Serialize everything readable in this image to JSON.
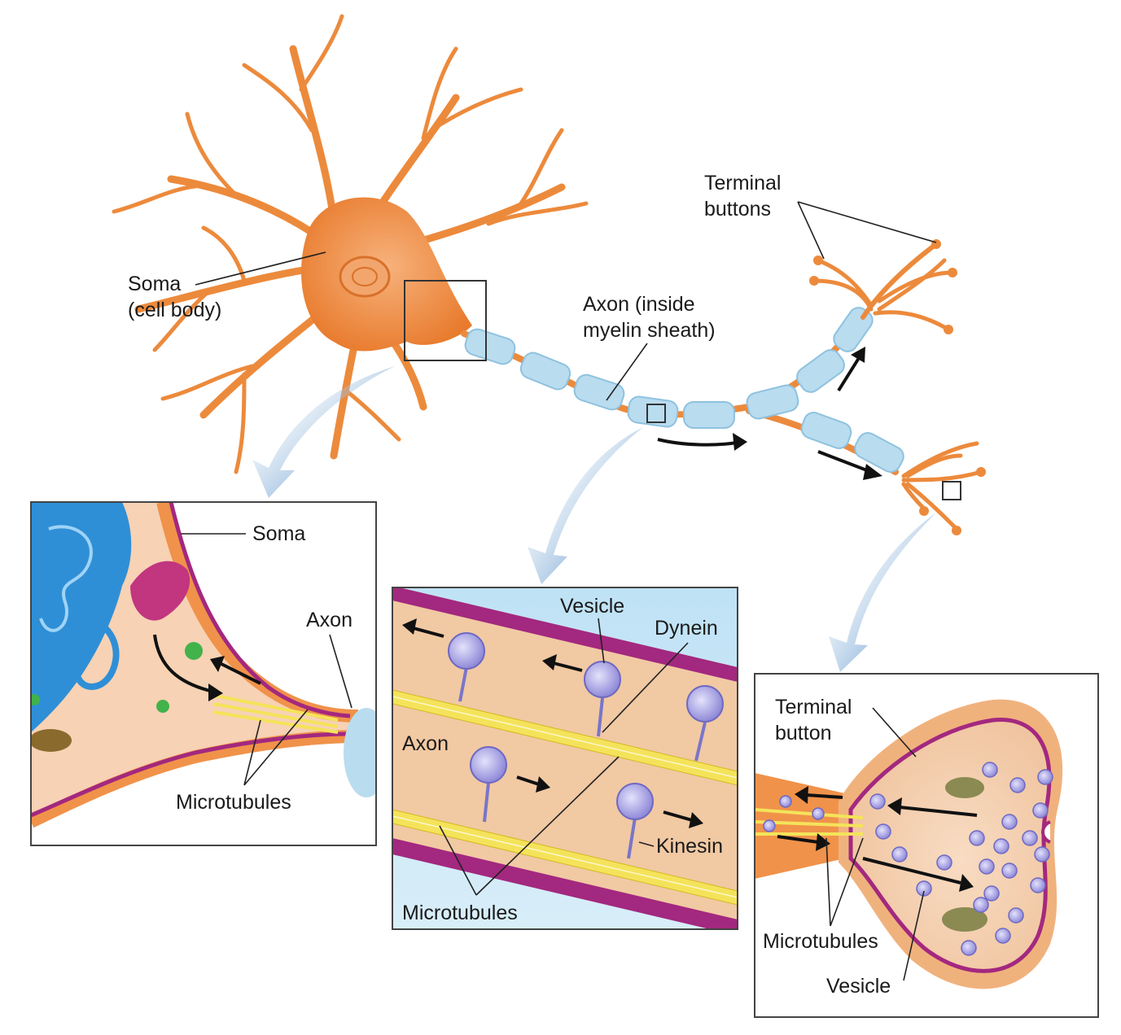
{
  "labels": {
    "terminal_buttons_1": "Terminal",
    "terminal_buttons_2": "buttons",
    "soma_1": "Soma",
    "soma_2": "(cell body)",
    "axon_1": "Axon (inside",
    "axon_2": "myelin sheath)",
    "inset1_soma": "Soma",
    "inset1_axon": "Axon",
    "inset1_microtubules": "Microtubules",
    "inset2_vesicle": "Vesicle",
    "inset2_dynein": "Dynein",
    "inset2_axon": "Axon",
    "inset2_kinesin": "Kinesin",
    "inset2_microtubules": "Microtubules",
    "inset3_terminal_1": "Terminal",
    "inset3_terminal_2": "button",
    "inset3_microtubules": "Microtubules",
    "inset3_vesicle": "Vesicle"
  },
  "colors": {
    "neuron_orange": "#f0924a",
    "myelin_blue": "#b9dcef",
    "membrane_magenta": "#a3287f",
    "cytoplasm": "#f7d2b4",
    "microtubule_yellow": "#f4e35a",
    "vesicle_purple": "#8c87d6",
    "callout_blue": "#2f7fc4"
  }
}
